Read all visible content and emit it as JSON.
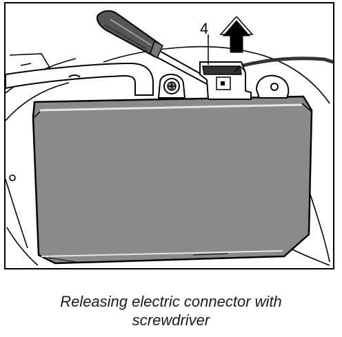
{
  "illustration": {
    "callout_label": "4",
    "parts": {
      "screwdriver": "screwdriver-icon",
      "connector": "electric-connector-icon",
      "arrow": "up-arrow-icon",
      "module": "control-module-icon",
      "bolt": "bolt-icon"
    },
    "colors": {
      "module_fill": "#8a8a8a",
      "handle_fill": "#555555",
      "line": "#000000",
      "background": "#ffffff"
    }
  },
  "caption": {
    "line1": "Releasing electric connector with",
    "line2": "screwdriver"
  }
}
